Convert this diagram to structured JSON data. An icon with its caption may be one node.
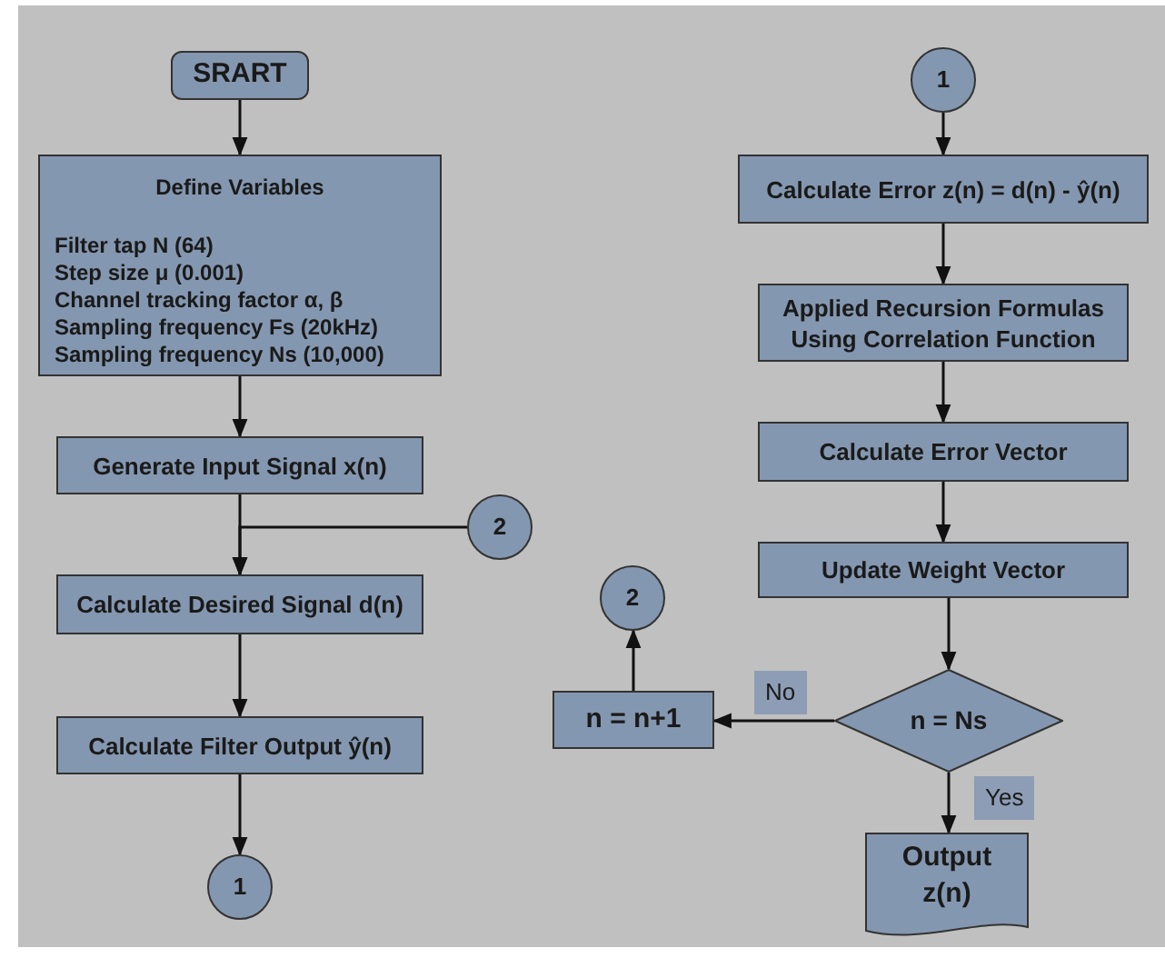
{
  "diagram": {
    "nodes": [
      {
        "text": [
          "SRART"
        ]
      },
      {
        "text": [
          "Define Variables",
          "Filter tap N (64)",
          "Step size μ (0.001)",
          "Channel tracking factor α, β",
          "Sampling frequency Fs (20kHz)",
          "Sampling frequency Ns (10,000)"
        ]
      },
      {
        "text": [
          "Generate Input Signal x(n)"
        ]
      },
      {
        "text": [
          "2"
        ]
      },
      {
        "text": [
          "Calculate Desired Signal d(n)"
        ]
      },
      {
        "text": [
          "Calculate Filter Output ŷ(n)"
        ]
      },
      {
        "text": [
          "1"
        ]
      },
      {
        "text": [
          "1"
        ]
      },
      {
        "text": [
          "Calculate Error z(n) = d(n) - ŷ(n)"
        ]
      },
      {
        "text": [
          "Applied Recursion Formulas Using Correlation Function"
        ]
      },
      {
        "text": [
          "Calculate Error Vector"
        ]
      },
      {
        "text": [
          "Update Weight Vector"
        ]
      },
      {
        "text": [
          "n = Ns"
        ]
      },
      {
        "text": [
          "n = n+1"
        ]
      },
      {
        "text": [
          "2"
        ]
      },
      {
        "text": [
          "Output z(n)"
        ]
      }
    ],
    "edges": [
      {
        "from": 0,
        "to": 1,
        "arrow": "to"
      },
      {
        "from": 1,
        "to": 2,
        "arrow": "to"
      },
      {
        "from": 2,
        "to": 4,
        "arrow": "to"
      },
      {
        "from": 3,
        "to": 4,
        "arrow": "to"
      },
      {
        "from": 4,
        "to": 5,
        "arrow": "to"
      },
      {
        "from": 5,
        "to": 6,
        "arrow": "to"
      },
      {
        "from": 7,
        "to": 8,
        "arrow": "to"
      },
      {
        "from": 8,
        "to": 9,
        "arrow": "to"
      },
      {
        "from": 9,
        "to": 10,
        "arrow": "to"
      },
      {
        "from": 10,
        "to": 11,
        "arrow": "to"
      },
      {
        "from": 11,
        "to": 12,
        "arrow": "to"
      },
      {
        "from": 12,
        "to": 13,
        "arrow": "to",
        "label": "No"
      },
      {
        "from": 12,
        "to": 15,
        "arrow": "to",
        "label": "Yes"
      },
      {
        "from": 13,
        "to": 14,
        "arrow": "to"
      }
    ]
  }
}
